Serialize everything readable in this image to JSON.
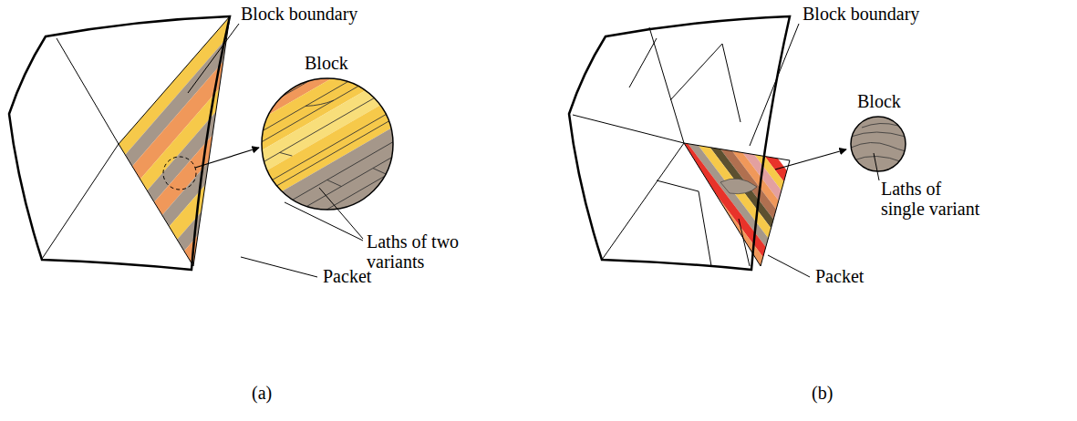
{
  "diagram": {
    "labels": [
      "Block boundary",
      "Block",
      "Laths of two variants",
      "Packet",
      "Block boundary",
      "Block",
      "Laths of single variant",
      "Packet",
      "(a)",
      "(b)"
    ]
  }
}
